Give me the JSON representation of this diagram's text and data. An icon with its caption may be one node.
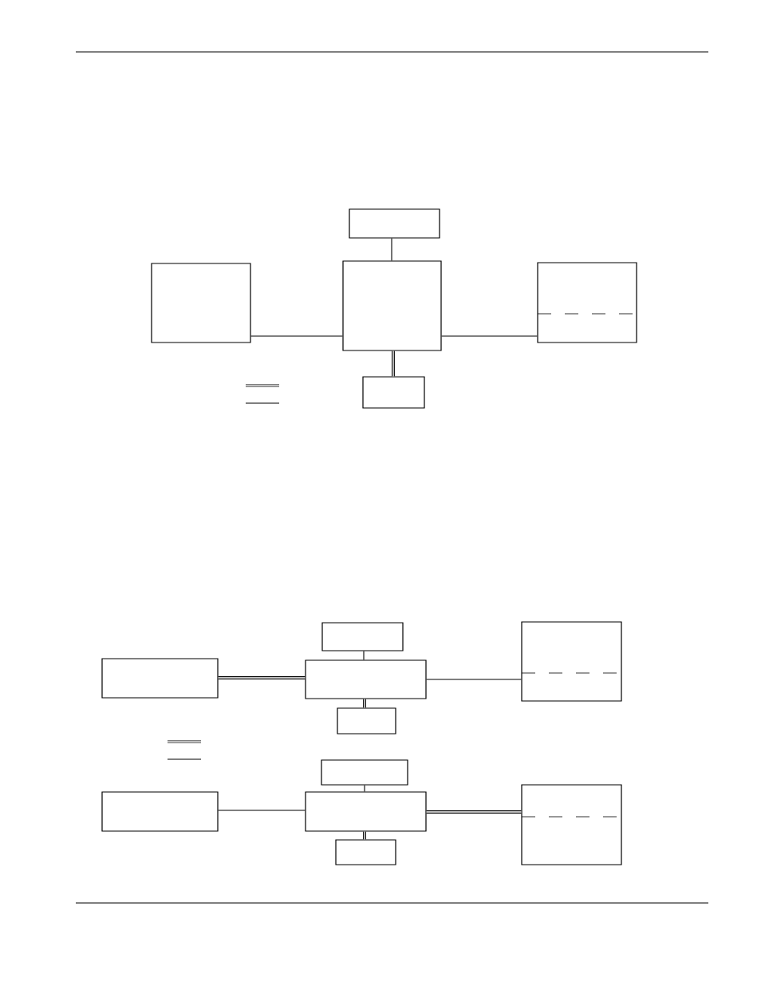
{
  "diagram": {
    "nodes": [
      {
        "text": [],
        "shape": "box"
      },
      {
        "text": [],
        "shape": "box"
      },
      {
        "text": [],
        "shape": "box"
      },
      {
        "text": [],
        "shape": "box"
      },
      {
        "text": [],
        "shape": "box"
      },
      {
        "text": [],
        "shape": "box"
      },
      {
        "text": [],
        "shape": "box"
      },
      {
        "text": [],
        "shape": "box"
      },
      {
        "text": [],
        "shape": "box"
      },
      {
        "text": [],
        "shape": "box"
      },
      {
        "text": [],
        "shape": "box"
      },
      {
        "text": [],
        "shape": "box"
      },
      {
        "text": [],
        "shape": "box"
      },
      {
        "text": [],
        "shape": "box"
      },
      {
        "text": [],
        "shape": "box"
      }
    ],
    "edges": [
      {
        "from": 0,
        "to": 2,
        "arrow": "none"
      },
      {
        "from": 1,
        "to": 2,
        "arrow": "none"
      },
      {
        "from": 2,
        "to": 3,
        "arrow": "none"
      },
      {
        "from": 2,
        "to": 4,
        "arrow": "none",
        "style": "thick"
      },
      {
        "from": 5,
        "to": 7,
        "arrow": "none"
      },
      {
        "from": 6,
        "to": 7,
        "arrow": "none",
        "style": "thick"
      },
      {
        "from": 7,
        "to": 8,
        "arrow": "none"
      },
      {
        "from": 7,
        "to": 9,
        "arrow": "none",
        "style": "thick"
      },
      {
        "from": 10,
        "to": 12,
        "arrow": "none"
      },
      {
        "from": 11,
        "to": 12,
        "arrow": "none"
      },
      {
        "from": 12,
        "to": 13,
        "arrow": "none",
        "style": "thick"
      },
      {
        "from": 12,
        "to": 14,
        "arrow": "none",
        "style": "thick"
      }
    ]
  }
}
